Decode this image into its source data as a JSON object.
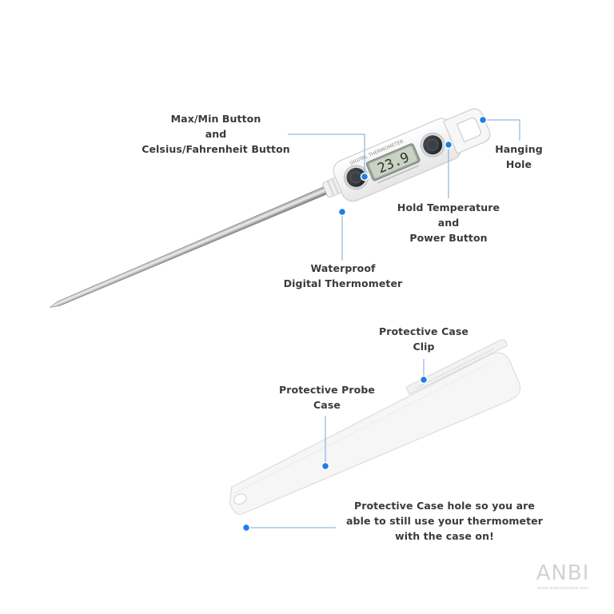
{
  "labels": {
    "max_min": [
      "Max/Min Button",
      "and",
      "Celsius/Fahrenheit Button"
    ],
    "hanging_hole": [
      "Hanging",
      "Hole"
    ],
    "hold_temp": [
      "Hold Temperature",
      "and",
      "Power Button"
    ],
    "waterproof": [
      "Waterproof",
      "Digital Thermometer"
    ],
    "case_clip": [
      "Protective Case",
      "Clip"
    ],
    "probe_case": [
      "Protective Probe",
      "Case"
    ],
    "case_hole": [
      "Protective Case hole so you are",
      "able to still use your thermometer",
      "with the case on!"
    ]
  },
  "display": {
    "reading": "23.9",
    "body_text": "DIGITAL THERMOMETER"
  },
  "logo": {
    "mark": "ANBI",
    "url": "www.anbiaustralia.com"
  },
  "colors": {
    "callout_line": "#7aa7d8",
    "callout_dot": "#1e7ee8",
    "label_text": "#3a3a3a",
    "lcd": "#c9d3c4"
  }
}
